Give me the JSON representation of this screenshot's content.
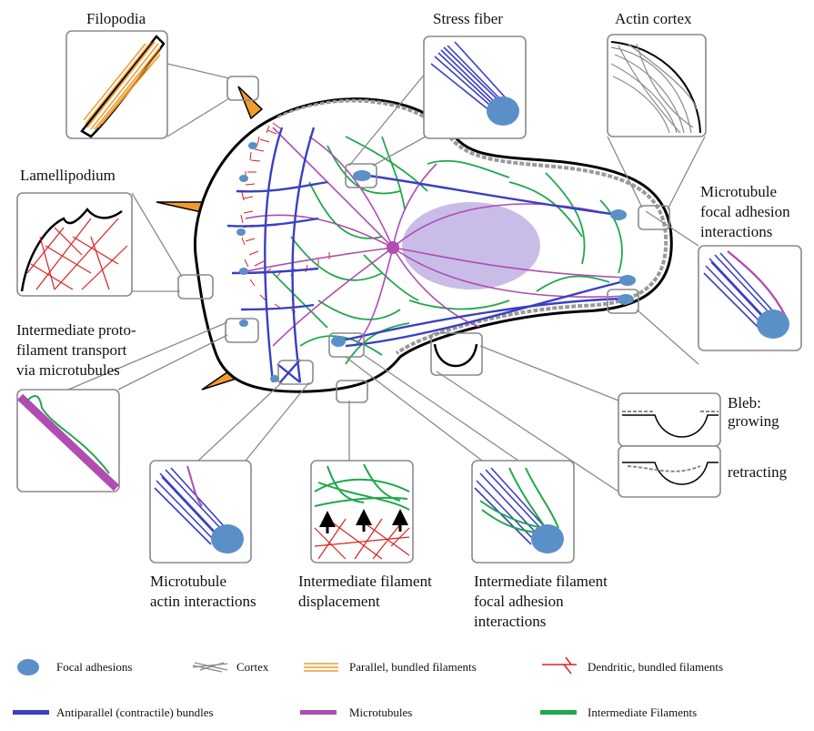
{
  "colors": {
    "focal_adhesion": "#5b8fc7",
    "cortex": "#9a9a9a",
    "parallel_bundle": "#f29a2e",
    "dendritic": "#e02020",
    "antiparallel": "#3a3fc4",
    "microtubule": "#b04cb2",
    "intermediate": "#1fa84a",
    "nucleus": "#c9bde8",
    "box_border": "#8a8a8a"
  },
  "labels": {
    "filopodia": "Filopodia",
    "stress_fiber": "Stress fiber",
    "actin_cortex": "Actin cortex",
    "lamellipodium": "Lamellipodium",
    "mt_focal_1": "Microtubule",
    "mt_focal_2": "focal adhesion",
    "mt_focal_3": "interactions",
    "proto_1": "Intermediate proto-",
    "proto_2": "filament transport",
    "proto_3": "via microtubules",
    "mt_actin_1": "Microtubule",
    "mt_actin_2": "actin interactions",
    "if_disp_1": "Intermediate filament",
    "if_disp_2": "displacement",
    "if_focal_1": "Intermediate filament",
    "if_focal_2": "focal adhesion",
    "if_focal_3": "interactions",
    "bleb_1": "Bleb:",
    "bleb_2": "growing",
    "bleb_3": "retracting"
  },
  "legend": [
    {
      "label": "Focal adhesions",
      "icon": "focal-adhesion-icon"
    },
    {
      "label": "Cortex",
      "icon": "cortex-icon"
    },
    {
      "label": "Parallel, bundled filaments",
      "icon": "parallel-bundle-icon"
    },
    {
      "label": "Dendritic, bundled filaments",
      "icon": "dendritic-icon"
    },
    {
      "label": "Antiparallel (contractile) bundles",
      "icon": "antiparallel-icon"
    },
    {
      "label": "Microtubules",
      "icon": "microtubule-icon"
    },
    {
      "label": "Intermediate Filaments",
      "icon": "intermediate-filament-icon"
    }
  ]
}
